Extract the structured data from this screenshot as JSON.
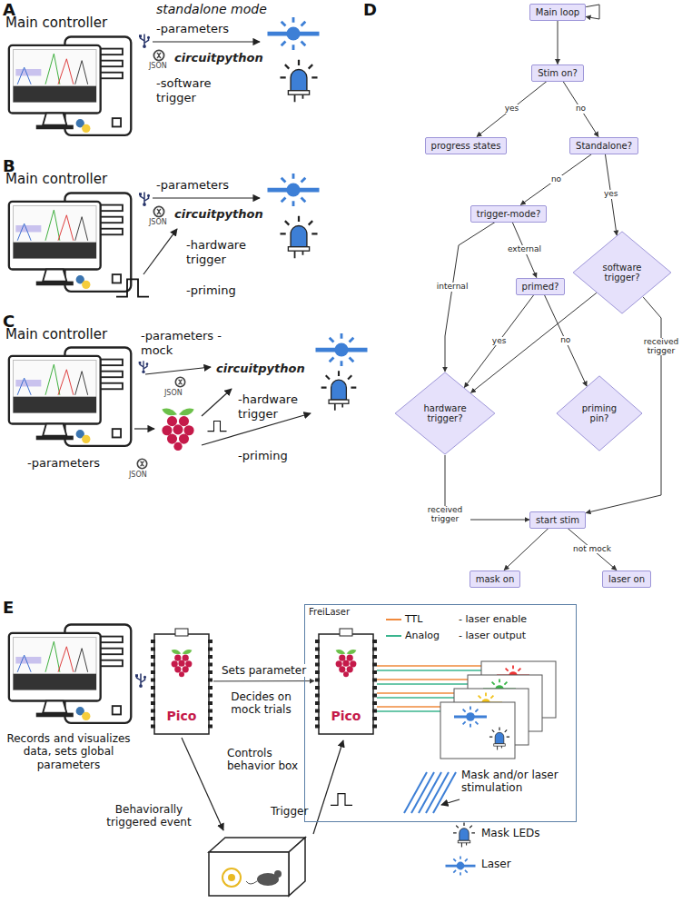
{
  "diagram": {
    "nodes": [
      {
        "text": [
          "Main loop"
        ]
      },
      {
        "text": [
          "Stim on?"
        ]
      },
      {
        "text": [
          "progress states"
        ]
      },
      {
        "text": [
          "Standalone?"
        ]
      },
      {
        "text": [
          "trigger-mode?"
        ]
      },
      {
        "text": [
          "software trigger?"
        ]
      },
      {
        "text": [
          "primed?"
        ]
      },
      {
        "text": [
          "hardware trigger?"
        ]
      },
      {
        "text": [
          "priming pin?"
        ]
      },
      {
        "text": [
          "start stim"
        ]
      },
      {
        "text": [
          "mask on"
        ]
      },
      {
        "text": [
          "laser on"
        ]
      },
      {
        "text": [
          "Pico"
        ]
      },
      {
        "text": [
          "FreiLaser"
        ]
      },
      {
        "text": [
          "Pico"
        ],
        "in": 13
      }
    ],
    "edges": [
      {
        "from": 0,
        "to": 0,
        "arrow": "to"
      },
      {
        "from": 0,
        "to": 1,
        "arrow": "to"
      },
      {
        "from": 1,
        "to": 2,
        "label": "yes",
        "arrow": "to"
      },
      {
        "from": 1,
        "to": 3,
        "label": "no",
        "arrow": "to"
      },
      {
        "from": 3,
        "to": 4,
        "label": "no",
        "arrow": "to"
      },
      {
        "from": 3,
        "to": 5,
        "label": "yes",
        "arrow": "to"
      },
      {
        "from": 4,
        "to": 7,
        "label": "internal",
        "arrow": "to"
      },
      {
        "from": 4,
        "to": 6,
        "label": "external",
        "arrow": "to"
      },
      {
        "from": 6,
        "to": 7,
        "label": "yes",
        "arrow": "to"
      },
      {
        "from": 6,
        "to": 8,
        "label": "no",
        "arrow": "to"
      },
      {
        "from": 5,
        "to": 7,
        "arrow": "to"
      },
      {
        "from": 5,
        "to": 9,
        "label": "received trigger",
        "arrow": "to"
      },
      {
        "from": 7,
        "to": 9,
        "label": "received trigger",
        "arrow": "to"
      },
      {
        "from": 9,
        "to": 10,
        "arrow": "to"
      },
      {
        "from": 9,
        "to": 11,
        "label": "not mock",
        "arrow": "to"
      },
      {
        "from": 12,
        "to": 14,
        "label": "Sets parameter",
        "arrow": "to"
      }
    ],
    "labels": [
      "A",
      "Main controller",
      "standalone mode",
      "-parameters",
      "JSON",
      "-software trigger",
      "circuitpython",
      "B",
      "Main controller",
      "-parameters",
      "JSON",
      "circuitpython",
      "-hardware trigger",
      "-priming",
      "C",
      "Main controller",
      "-parameters -mock",
      "JSON",
      "circuitpython",
      "-parameters",
      "JSON",
      "-hardware trigger",
      "-priming",
      "D",
      "E",
      "Records and visualizes data, sets global parameters",
      "Decides on mock trials",
      "Controls behavior box",
      "Trigger",
      "Behaviorally triggered event",
      "TTL",
      "- laser enable",
      "Analog",
      "- laser output",
      "Mask and/or laser stimulation"
    ],
    "legend": [
      {
        "text": "Mask LEDs"
      },
      {
        "text": "Laser"
      }
    ]
  }
}
